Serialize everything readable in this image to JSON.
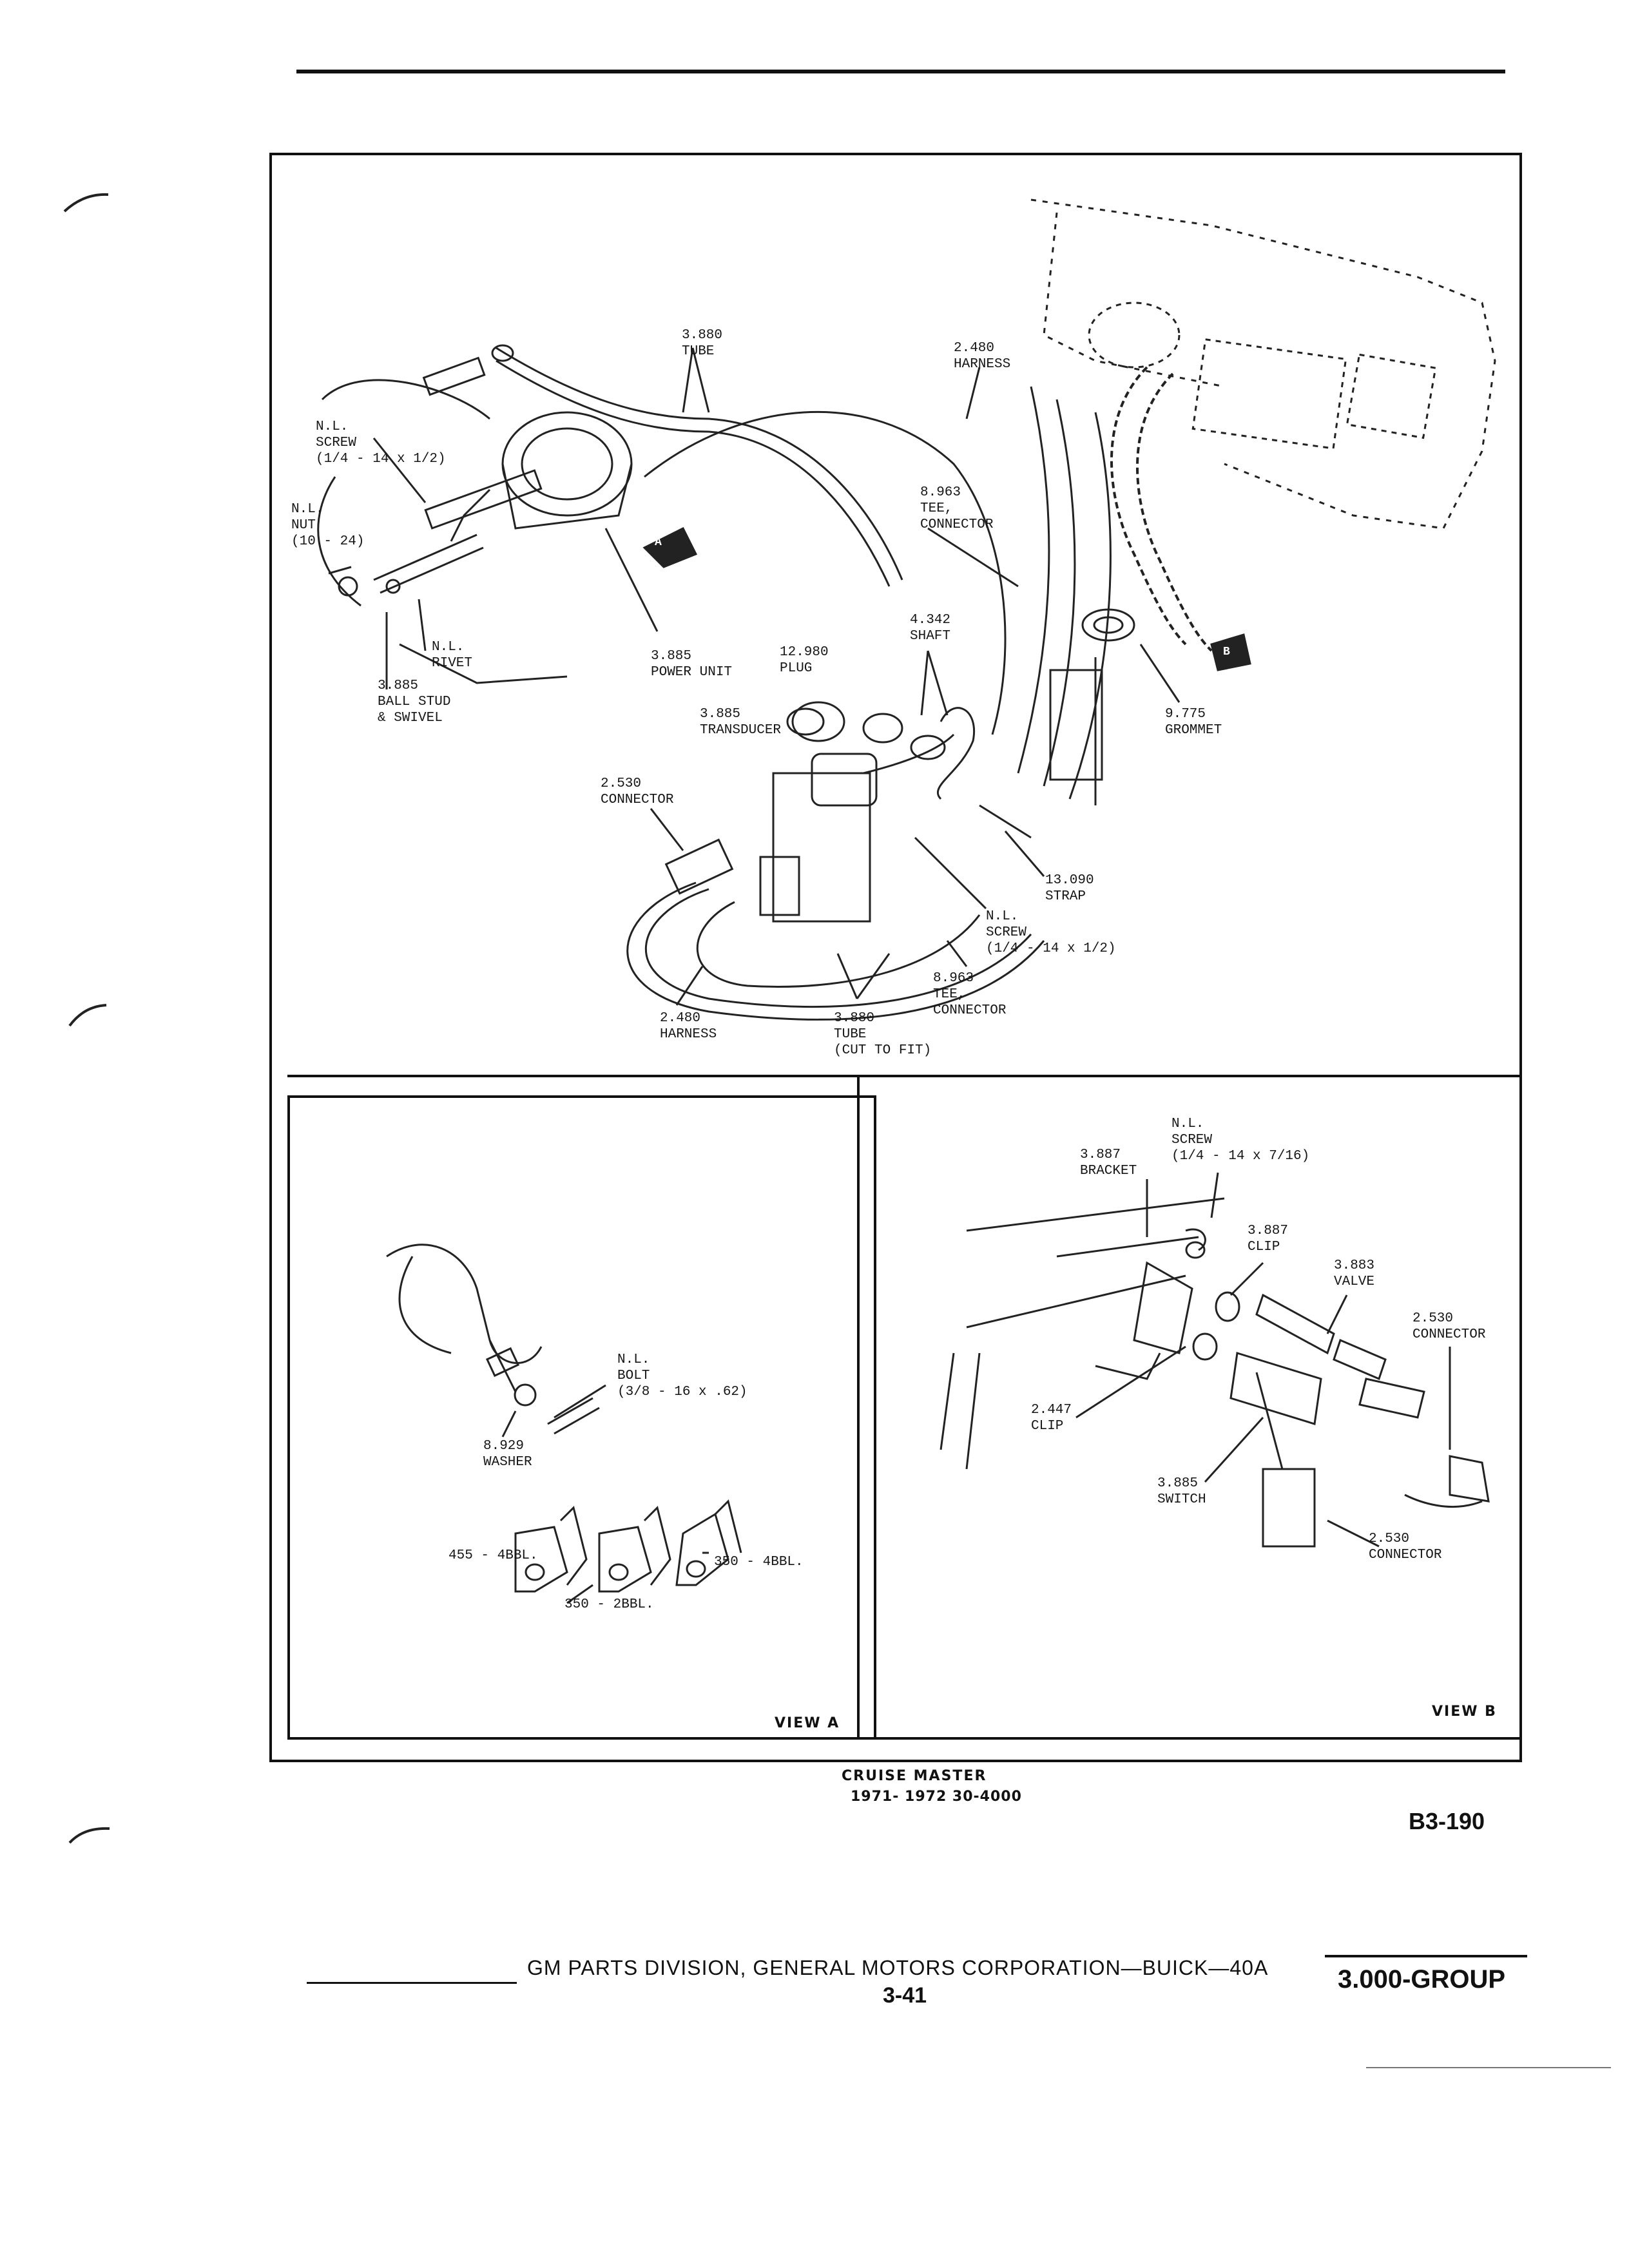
{
  "labels": {
    "tube_380": [
      "3.880",
      "TUBE"
    ],
    "harness_top": [
      "2.480",
      "HARNESS"
    ],
    "screw_left": [
      "N.L.",
      "SCREW",
      "(1/4 - 14 x 1/2)"
    ],
    "nut_left": [
      "N.L.",
      "NUT",
      "(10 - 24)"
    ],
    "tee_top": [
      "8.963",
      "TEE,",
      "CONNECTOR"
    ],
    "shaft": [
      "4.342",
      "SHAFT"
    ],
    "rivet": [
      "N.L.",
      "RIVET"
    ],
    "power_unit": [
      "3.885",
      "POWER UNIT"
    ],
    "plug": [
      "12.980",
      "PLUG"
    ],
    "ball_stud": [
      "3.885",
      "BALL STUD",
      "& SWIVEL"
    ],
    "transducer": [
      "3.885",
      "TRANSDUCER"
    ],
    "grommet": [
      "9.775",
      "GROMMET"
    ],
    "connector_mid": [
      "2.530",
      "CONNECTOR"
    ],
    "strap": [
      "13.090",
      "STRAP"
    ],
    "screw_mid": [
      "N.L.",
      "SCREW",
      "(1/4 - 14 x 1/2)"
    ],
    "tee_bottom": [
      "8.963",
      "TEE,",
      "CONNECTOR"
    ],
    "harness_bottom": [
      "2.480",
      "HARNESS"
    ],
    "tube_bottom": [
      "3.880",
      "TUBE",
      "(CUT TO FIT)"
    ],
    "bolt": [
      "N.L.",
      "BOLT",
      "(3/8 - 16 x .62)"
    ],
    "washer": [
      "8.929",
      "WASHER"
    ],
    "engine_455": "455 - 4BBL.",
    "engine_350_4": "350 - 4BBL.",
    "engine_350_2": "350 - 2BBL.",
    "screw_b": [
      "N.L.",
      "SCREW",
      "(1/4 - 14 x 7/16)"
    ],
    "bracket": [
      "3.887",
      "BRACKET"
    ],
    "clip_top": [
      "3.887",
      "CLIP"
    ],
    "valve": [
      "3.883",
      "VALVE"
    ],
    "connector_b1": [
      "2.530",
      "CONNECTOR"
    ],
    "clip_bottom": [
      "2.447",
      "CLIP"
    ],
    "switch": [
      "3.885",
      "SWITCH"
    ],
    "connector_b2": [
      "2.530",
      "CONNECTOR"
    ],
    "marker_a": "A",
    "marker_b": "B"
  },
  "views": {
    "view_a": "VIEW A",
    "view_b": "VIEW B"
  },
  "caption": {
    "title": "CRUISE MASTER",
    "subtitle": "1971- 1972 30-4000"
  },
  "page_code": "B3-190",
  "footer": {
    "division": "GM PARTS DIVISION, GENERAL MOTORS CORPORATION—BUICK—40A",
    "page_number": "3-41",
    "group": "3.000-GROUP"
  }
}
